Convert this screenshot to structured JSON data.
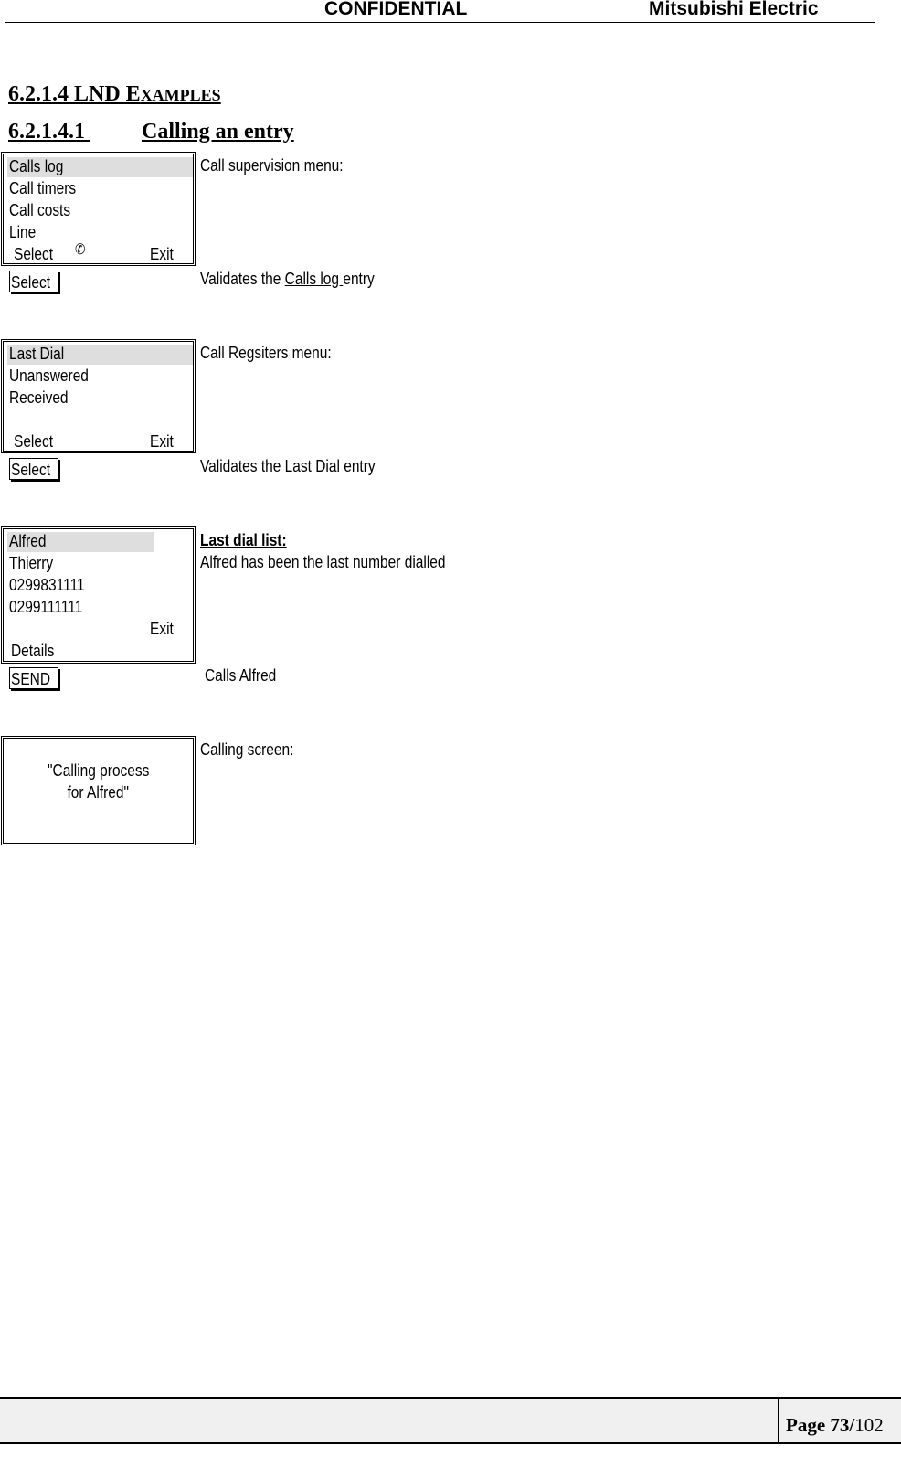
{
  "header": {
    "confidential": "CONFIDENTIAL",
    "company": "Mitsubishi Electric"
  },
  "section": {
    "number": "6.2.1.4",
    "title_big": "LND E",
    "title_small": "XAMPLES"
  },
  "subsection": {
    "number": "6.2.1.4.1",
    "title": "Calling an entry"
  },
  "steps": {
    "call_supervision": {
      "menu": [
        "Calls log",
        "Call timers",
        "Call costs",
        "Line"
      ],
      "softkey_left": "Select",
      "softkey_icon": "✆",
      "softkey_right": "Exit",
      "description": "Call supervision menu:"
    },
    "select1": {
      "key": "Select",
      "desc_before": "Validates the ",
      "desc_link": "Calls log ",
      "desc_after": "entry"
    },
    "call_registers": {
      "menu": [
        "Last Dial",
        "Unanswered",
        "Received"
      ],
      "softkey_left": "Select",
      "softkey_right": "Exit",
      "description": "Call Regsiters menu:"
    },
    "select2": {
      "key": "Select",
      "desc_before": "Validates the ",
      "desc_link": "Last Dial ",
      "desc_after": "entry"
    },
    "last_dial": {
      "list": [
        "Alfred",
        "Thierry",
        "0299831111",
        "0299111111"
      ],
      "softkey_right": "Exit",
      "softkey_left": "Details",
      "description_title": "Last dial list:",
      "description": "Alfred has been the last number dialled"
    },
    "send": {
      "key": "SEND",
      "description": "Calls Alfred"
    },
    "calling": {
      "line1": "\"Calling process",
      "line2": "for Alfred\"",
      "description": "Calling screen:"
    }
  },
  "footer": {
    "page_label": "Page 73/",
    "page_total": "102"
  }
}
